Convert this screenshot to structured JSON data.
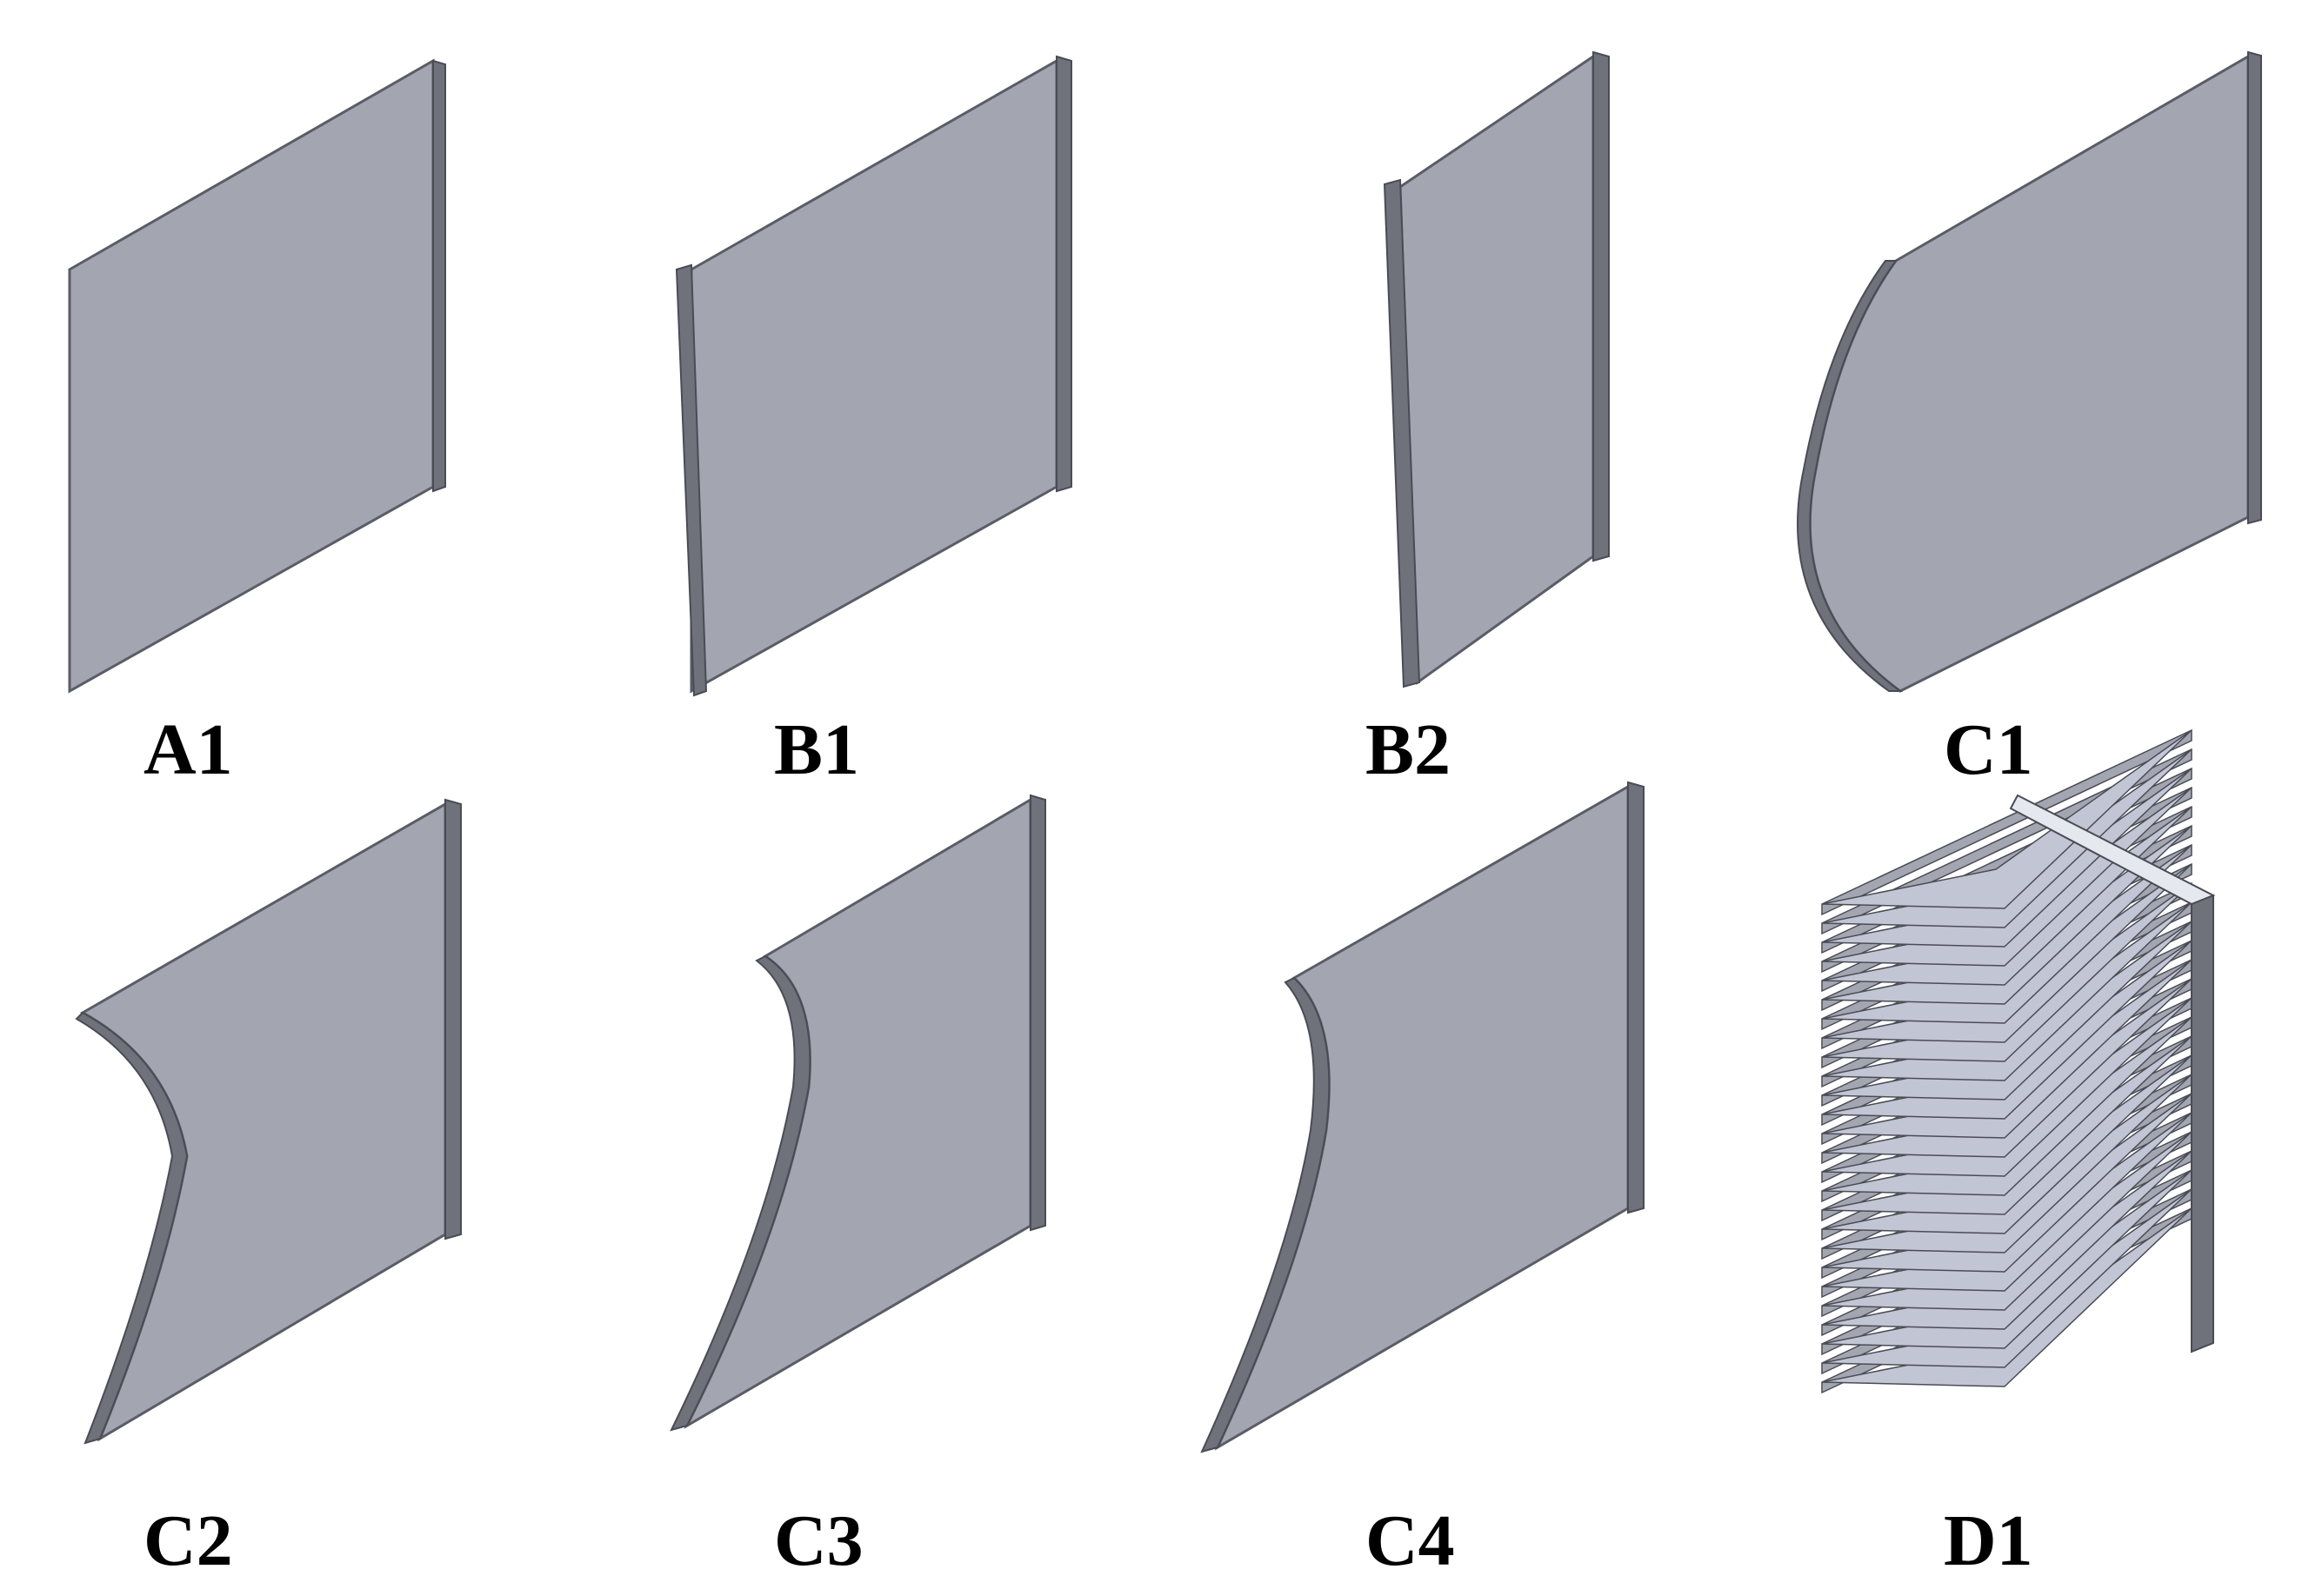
{
  "figure": {
    "panels": [
      {
        "label": "A1",
        "shape": "flat-plate-single-flange"
      },
      {
        "label": "B1",
        "shape": "flat-plate-two-flanges"
      },
      {
        "label": "B2",
        "shape": "narrow-plate-two-flanges"
      },
      {
        "label": "C1",
        "shape": "convex-curved-edge-plate"
      },
      {
        "label": "C2",
        "shape": "concave-curved-edge-plate"
      },
      {
        "label": "C3",
        "shape": "concave-curved-edge-plate"
      },
      {
        "label": "C4",
        "shape": "concave-curved-edge-plate"
      },
      {
        "label": "D1",
        "shape": "stacked-fin-array"
      }
    ],
    "colors": {
      "face": "#a3a5b1",
      "edge": "#70727c",
      "edge_dark": "#50525b",
      "fin_light": "#c2c5d4",
      "outline": "#4a4c55",
      "background": "#ffffff"
    }
  }
}
